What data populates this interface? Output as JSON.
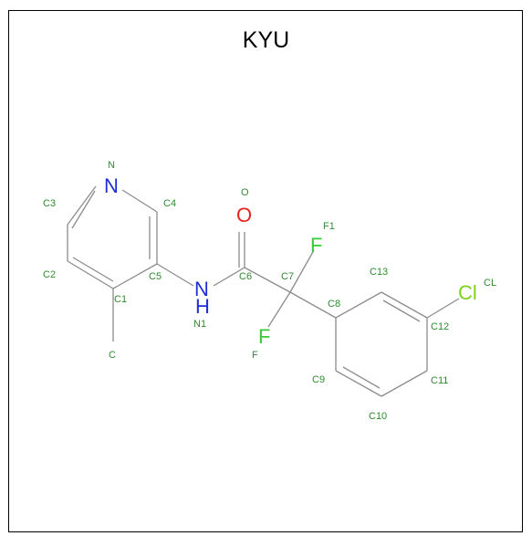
{
  "title": "KYU",
  "colors": {
    "bond": "#8c8c8c",
    "label": "#2e8b2e",
    "nitrogen": "#1f2fd6",
    "oxygen": "#e8231f",
    "fluorine": "#33cc33",
    "chlorine": "#7fd11b"
  },
  "atom_symbols": [
    {
      "text": "N",
      "color": "nitrogen"
    },
    {
      "text": "N",
      "color": "nitrogen"
    },
    {
      "text": "H",
      "color": "nitrogen"
    },
    {
      "text": "O",
      "color": "oxygen"
    },
    {
      "text": "F",
      "color": "fluorine"
    },
    {
      "text": "F",
      "color": "fluorine"
    },
    {
      "text": "Cl",
      "color": "chlorine"
    }
  ],
  "atom_labels": [
    "N",
    "C3",
    "C4",
    "C2",
    "C1",
    "C5",
    "N1",
    "C",
    "O",
    "C6",
    "C7",
    "F1",
    "F",
    "C8",
    "C13",
    "CL",
    "C12",
    "C9",
    "C11",
    "C10"
  ]
}
